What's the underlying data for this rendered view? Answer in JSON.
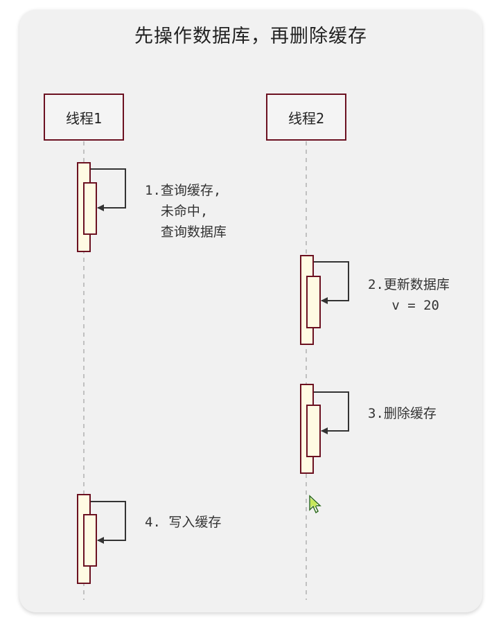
{
  "title": "先操作数据库，再删除缓存",
  "actors": [
    {
      "label": "线程1"
    },
    {
      "label": "线程2"
    }
  ],
  "steps": [
    {
      "actor": "线程1",
      "lines": [
        "1.查询缓存,",
        "  未命中,",
        "  查询数据库"
      ]
    },
    {
      "actor": "线程2",
      "lines": [
        "2.更新数据库",
        "   v = 20"
      ]
    },
    {
      "actor": "线程2",
      "lines": [
        "3.删除缓存"
      ]
    },
    {
      "actor": "线程1",
      "lines": [
        "4. 写入缓存"
      ]
    }
  ],
  "colors": {
    "border": "#6b1020",
    "activation_fill": "#fffbe3",
    "arrow": "#333333",
    "lifeline": "#b0b0b0"
  }
}
